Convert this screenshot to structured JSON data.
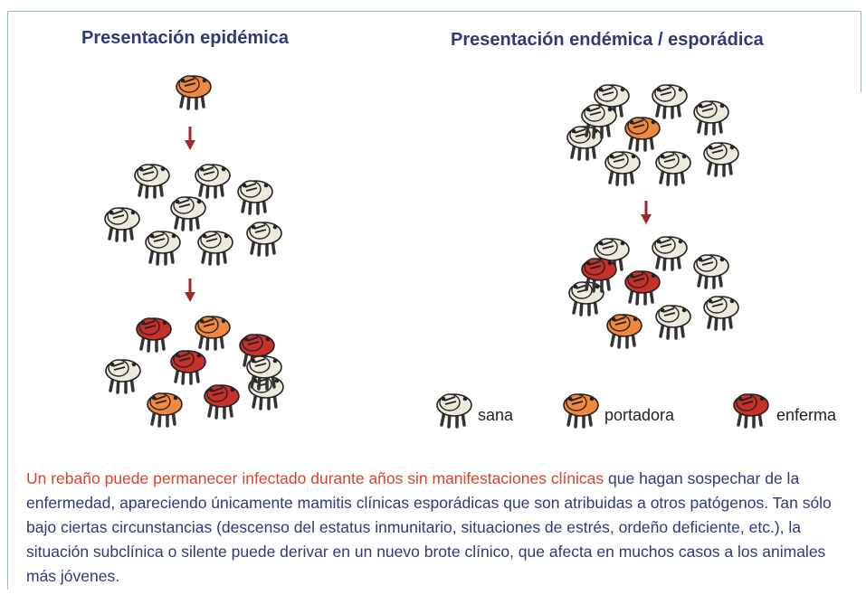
{
  "titles": {
    "epidemic": "Presentación epidémica",
    "endemic": "Presentación endémica / esporádica"
  },
  "legend": {
    "healthy": "sana",
    "carrier": "portadora",
    "sick": "enferma"
  },
  "colors": {
    "healthy": "#eeeade",
    "carrier": "#f0883e",
    "sick": "#c9302a",
    "arrow": "#a0282a",
    "title": "#2e3a7a",
    "highlight": "#d8442a",
    "border": "#8fc79a"
  },
  "caption": {
    "highlight": "Un rebaño puede permanecer infectado durante años sin manifestaciones clínicas",
    "rest": " que hagan sospechar de la enfermedad, apareciendo únicamente mamitis clínicas esporádicas que son atribuidas a otros patógenos. Tan sólo bajo ciertas circunstancias (descenso del estatus inmunitario, situaciones de estrés, ordeño deficiente, etc.), la situación subclínica o silente puede derivar en un nuevo brote clínico, que afecta en muchos casos a los animales más jóvenes."
  },
  "groups": [
    {
      "name": "epidemic-start",
      "states": [
        "carrier"
      ]
    },
    {
      "name": "epidemic-herd-before",
      "states": [
        "healthy",
        "healthy",
        "healthy",
        "healthy",
        "healthy",
        "healthy",
        "healthy",
        "healthy"
      ]
    },
    {
      "name": "epidemic-herd-after",
      "states": [
        "sick",
        "carrier",
        "sick",
        "healthy",
        "sick",
        "healthy",
        "carrier",
        "sick",
        "healthy"
      ]
    },
    {
      "name": "endemic-herd-before",
      "states": [
        "healthy",
        "healthy",
        "healthy",
        "healthy",
        "carrier",
        "healthy",
        "healthy",
        "healthy",
        "healthy"
      ]
    },
    {
      "name": "endemic-herd-after",
      "states": [
        "healthy",
        "healthy",
        "healthy",
        "healthy",
        "sick",
        "healthy",
        "carrier",
        "healthy",
        "sick"
      ]
    }
  ]
}
